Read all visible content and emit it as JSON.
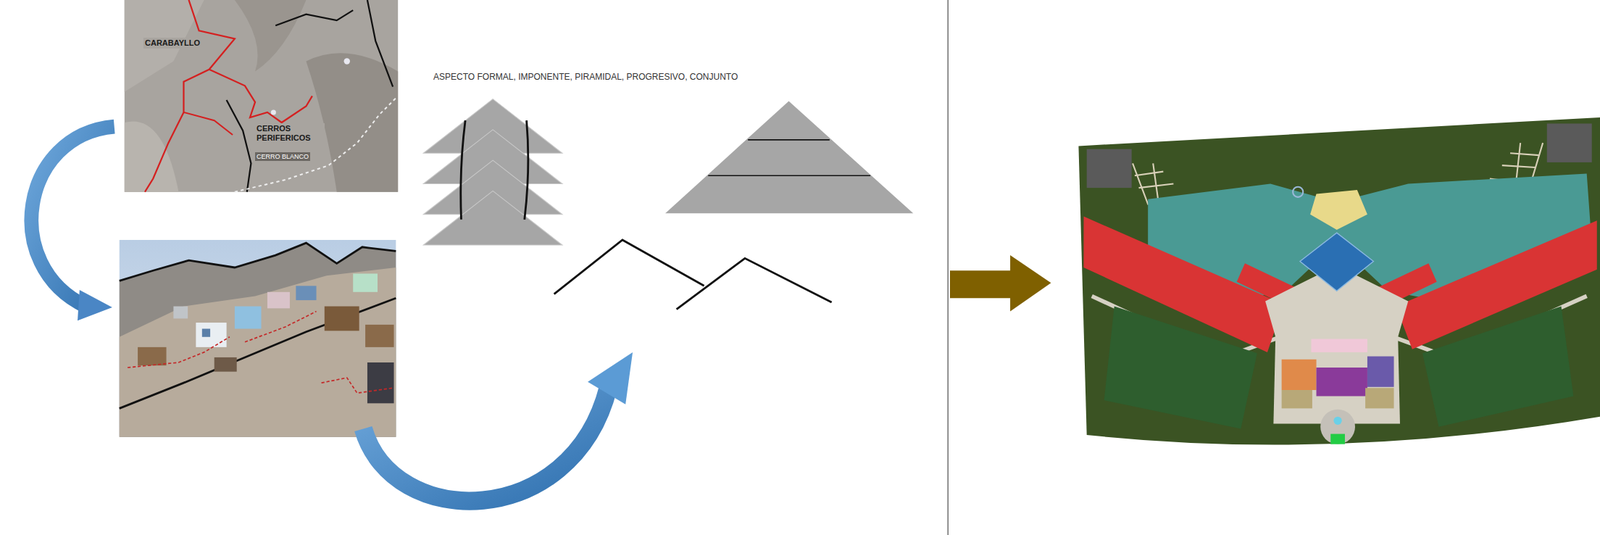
{
  "diagram": {
    "labels": [
      "ASPECTO FORMAL, IMPONENTE, PIRAMIDAL, PROGRESIVO, CONJUNTO",
      "CARABAYLLO",
      "CERROS PERIFERICOS",
      "CERRO BLANCO"
    ]
  }
}
